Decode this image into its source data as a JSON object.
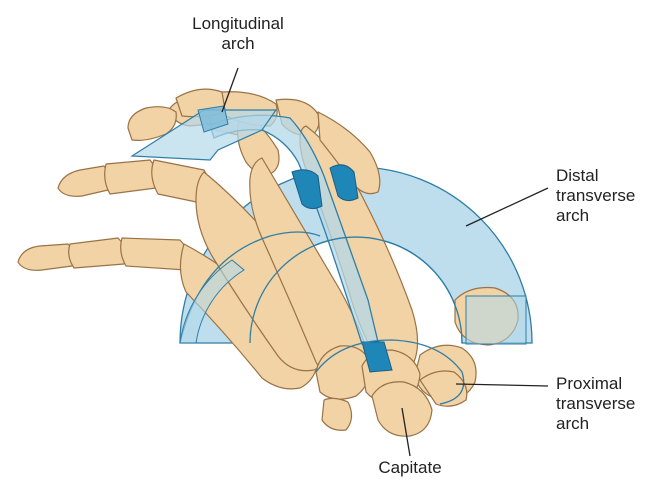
{
  "labels": {
    "longitudinal": {
      "line1": "Longitudinal",
      "line2": "arch"
    },
    "distal": {
      "line1": "Distal",
      "line2": "transverse",
      "line3": "arch"
    },
    "proximal": {
      "line1": "Proximal",
      "line2": "transverse",
      "line3": "arch"
    },
    "capitate": "Capitate"
  },
  "colors": {
    "bone_fill": "#f1d3a6",
    "bone_stroke": "#9a7245",
    "arch_fill": "#b3d8ea",
    "arch_stroke": "#2f7ea6",
    "arch_dark": "#1f86b8",
    "leader": "#222222"
  }
}
